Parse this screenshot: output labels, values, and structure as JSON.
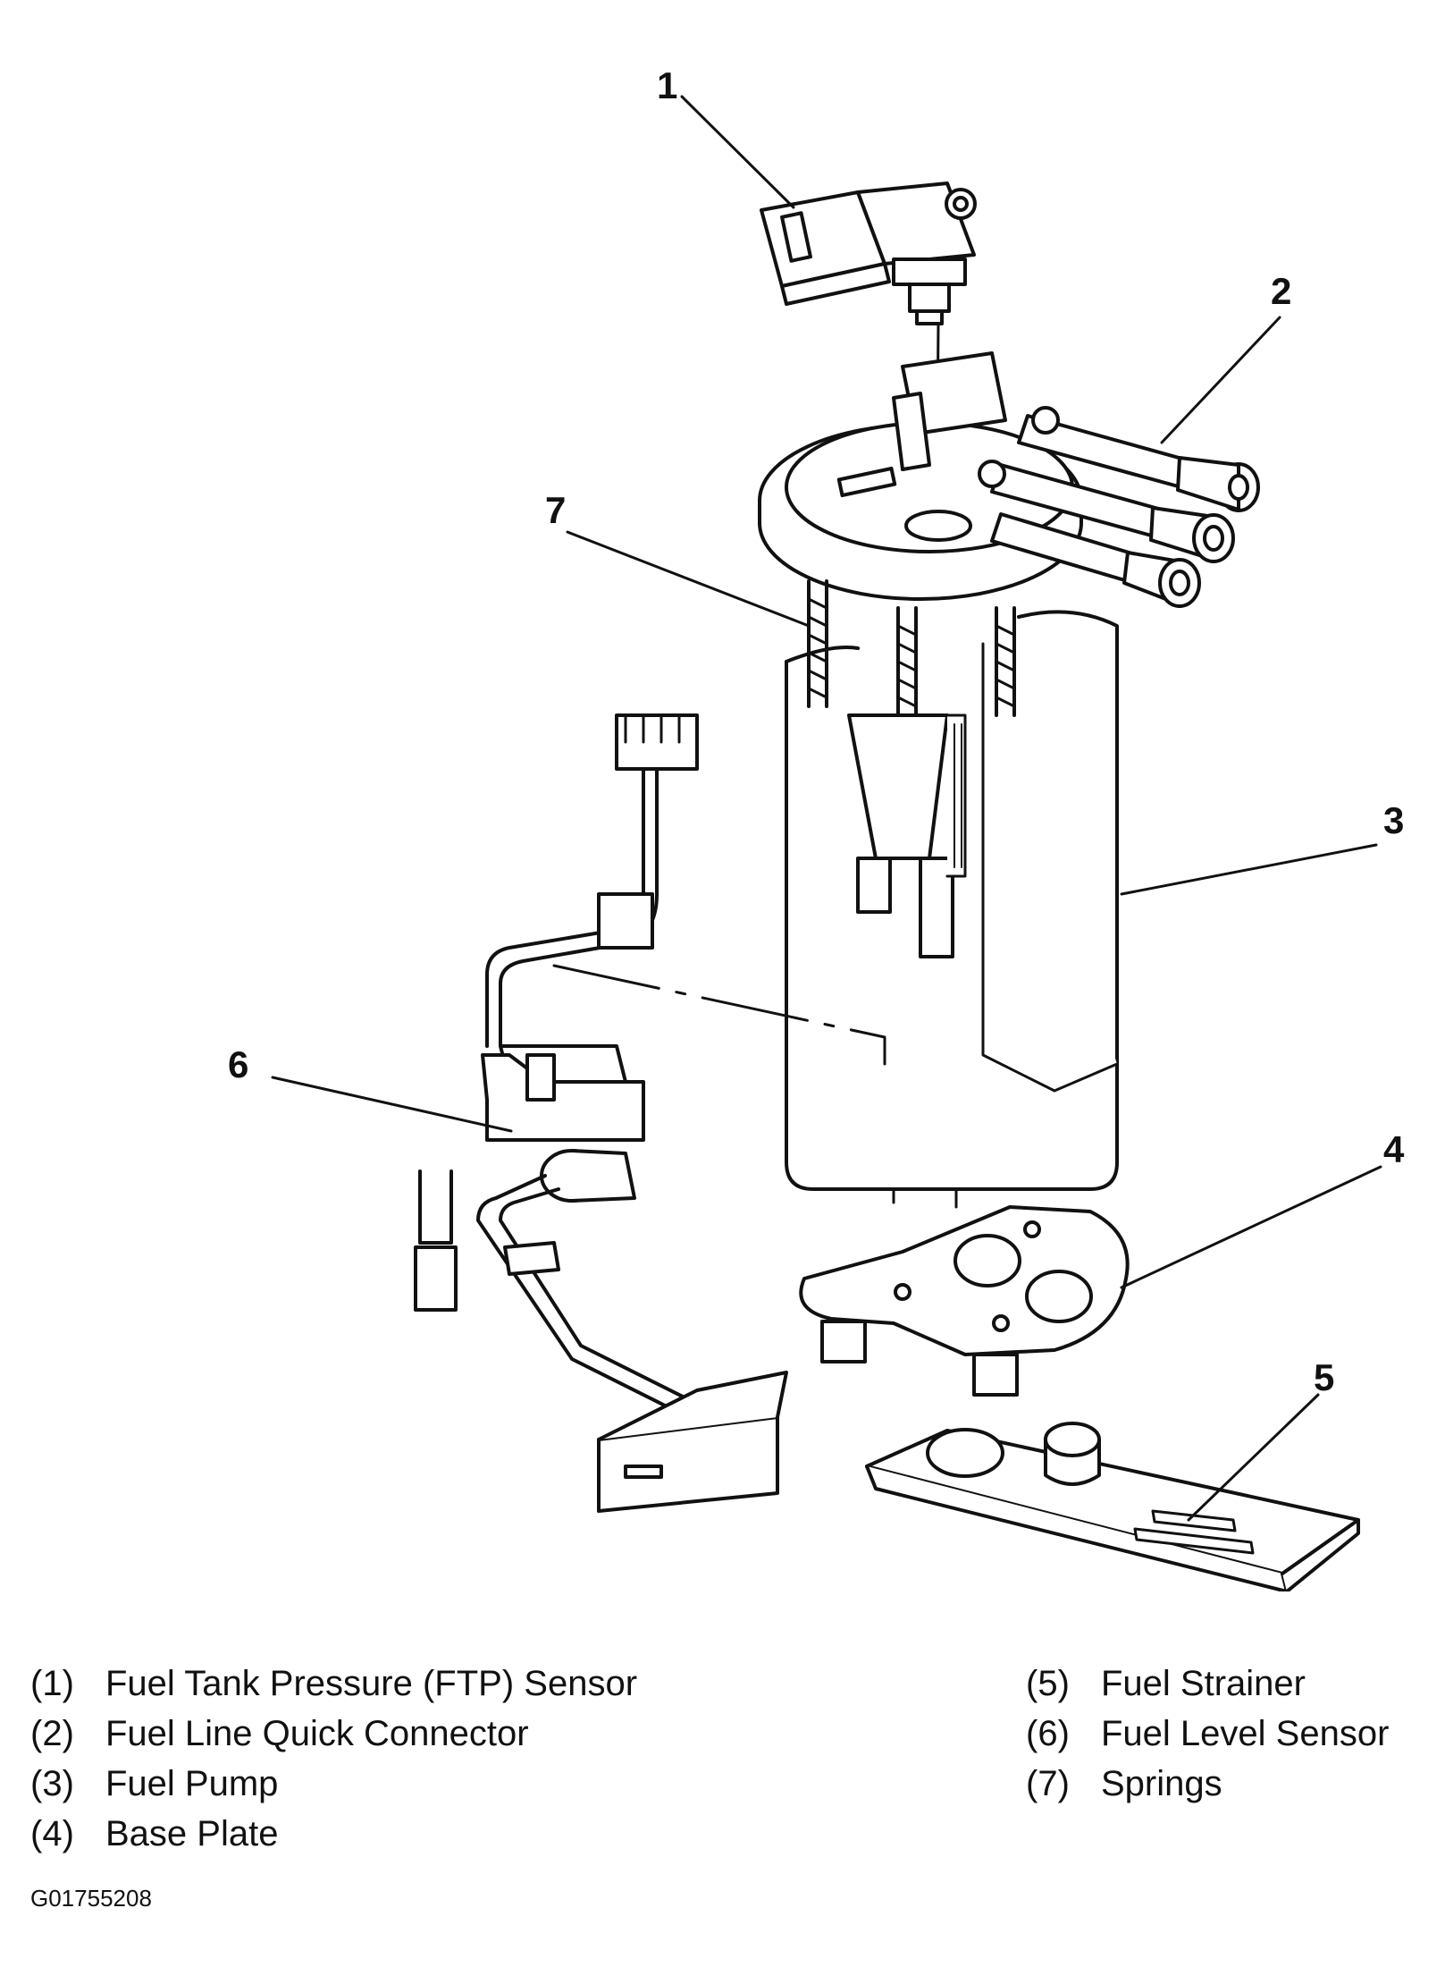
{
  "callouts": [
    "1",
    "2",
    "3",
    "4",
    "5",
    "6",
    "7"
  ],
  "legend": [
    {
      "num": "(1)",
      "label": "Fuel Tank Pressure (FTP) Sensor"
    },
    {
      "num": "(2)",
      "label": "Fuel Line Quick Connector"
    },
    {
      "num": "(3)",
      "label": "Fuel Pump"
    },
    {
      "num": "(4)",
      "label": "Base Plate"
    },
    {
      "num": "(5)",
      "label": "Fuel Strainer"
    },
    {
      "num": "(6)",
      "label": "Fuel Level Sensor"
    },
    {
      "num": "(7)",
      "label": "Springs"
    }
  ],
  "figure_id": "G01755208"
}
